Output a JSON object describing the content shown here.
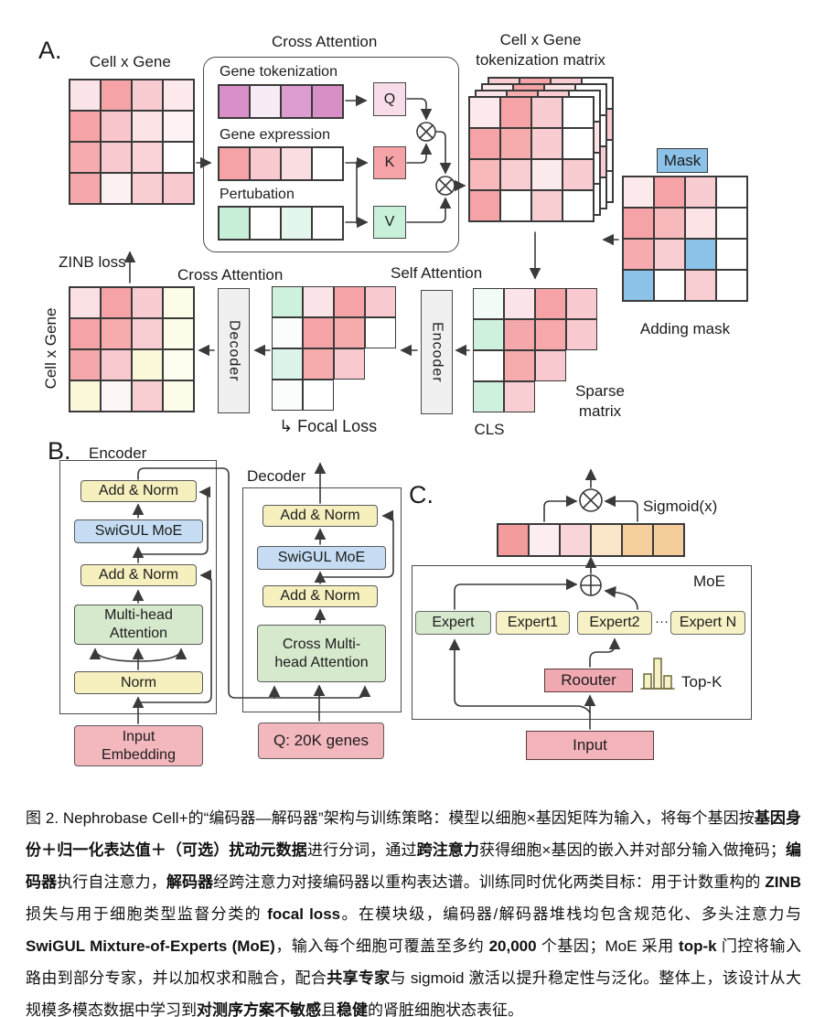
{
  "panelA": {
    "label": "A.",
    "input_matrix_title": "Cell x Gene",
    "cross_attention_box_title": "Cross Attention",
    "gene_tokenization_label": "Gene tokenization",
    "gene_expression_label": "Gene expression",
    "perturbation_label": "Pertubation",
    "q_label": "Q",
    "k_label": "K",
    "v_label": "V",
    "tokenization_matrix_title_line1": "Cell x Gene",
    "tokenization_matrix_title_line2": "tokenization matrix",
    "mask_label": "Mask",
    "adding_mask_label": "Adding mask",
    "zinb_loss_label": "ZINB loss",
    "cross_attention_stage_title": "Cross Attention",
    "self_attention_stage_title": "Self Attention",
    "decoder_label": "Decoder",
    "encoder_label": "Encoder",
    "output_matrix_side_title": "Cell x Gene",
    "focal_loss_label": "↳ Focal Loss",
    "cls_label": "CLS",
    "sparse_matrix_label_line1": "Sparse",
    "sparse_matrix_label_line2": "matrix",
    "matrices": {
      "input": {
        "rows": [
          [
            "#fbe4e8",
            "#f5a3a6",
            "#f8ccd1",
            "#fce9ec"
          ],
          [
            "#f5a3a6",
            "#f8c6cb",
            "#fbe3e6",
            "#fdf3f4"
          ],
          [
            "#f6acae",
            "#f8c9ce",
            "#f9d3d7",
            "#ffffff"
          ],
          [
            "#f5a8ab",
            "#fdf0f1",
            "#f8ced3",
            "#f8c9ce"
          ]
        ]
      },
      "token_row": {
        "rows": [
          [
            "#d98fc7",
            "#f7ecf5",
            "#dd9ccf",
            "#d78fc6"
          ]
        ]
      },
      "expr_row": {
        "rows": [
          [
            "#f5a3a6",
            "#f8c9ce",
            "#fadde0",
            "#ffffff"
          ]
        ]
      },
      "pert_row": {
        "rows": [
          [
            "#c8f0d8",
            "#fdfefd",
            "#e4f7ec",
            "#fdfefd"
          ]
        ]
      },
      "stack_back3": {
        "rows": [
          [
            "#f8ccd1",
            "#f5a3a6",
            "#f8ccd1",
            "#ffffff"
          ],
          [
            "#ffffff",
            "#ffffff",
            "#ffffff",
            "#f8ccd1"
          ],
          [
            "#ffffff",
            "#ffffff",
            "#ffffff",
            "#ffffff"
          ],
          [
            "#ffffff",
            "#ffffff",
            "#ffffff",
            "#ffffff"
          ]
        ]
      },
      "stack_back2": {
        "rows": [
          [
            "#fce9ec",
            "#f5a3a6",
            "#fbe3e6",
            "#ffffff"
          ],
          [
            "#ffffff",
            "#ffffff",
            "#ffffff",
            "#ffffff"
          ],
          [
            "#ffffff",
            "#ffffff",
            "#ffffff",
            "#f8ccd1"
          ],
          [
            "#ffffff",
            "#ffffff",
            "#ffffff",
            "#ffffff"
          ]
        ]
      },
      "stack_back1": {
        "rows": [
          [
            "#fbe4e8",
            "#f6abad",
            "#f8ccd1",
            "#ffffff"
          ],
          [
            "#ffffff",
            "#ffffff",
            "#ffffff",
            "#fbe3e6"
          ],
          [
            "#ffffff",
            "#ffffff",
            "#ffffff",
            "#ffffff"
          ],
          [
            "#ffffff",
            "#ffffff",
            "#ffffff",
            "#ffffff"
          ]
        ]
      },
      "stack_front": {
        "rows": [
          [
            "#fce9ec",
            "#f5a3a6",
            "#f8ccd1",
            "#ffffff"
          ],
          [
            "#f5a3a6",
            "#f6abad",
            "#f8ccd1",
            "#ffffff"
          ],
          [
            "#f7b9bc",
            "#f8ced3",
            "#fcebed",
            "#f8ccd1"
          ],
          [
            "#f5a3a6",
            "#ffffff",
            "#f8ced3",
            "#ffffff"
          ]
        ]
      },
      "mask": {
        "rows": [
          [
            "#fce9ec",
            "#f5a3a6",
            "#f8ccd1",
            "#ffffff"
          ],
          [
            "#f5a3a6",
            "#f7b9bc",
            "#fbe3e6",
            "#ffffff"
          ],
          [
            "#f6acae",
            "#f8ced3",
            "#8cc1e8",
            "#ffffff"
          ],
          [
            "#8cc1e8",
            "#ffffff",
            "#f8ced3",
            "#ffffff"
          ]
        ]
      },
      "reconstructed": {
        "rows": [
          [
            "#fbe0e4",
            "#f5a3a6",
            "#f8ccd1",
            "#fdfce8"
          ],
          [
            "#f5a3a6",
            "#f6abad",
            "#f8ced3",
            "#fdfceb"
          ],
          [
            "#f5a8ab",
            "#f8c9ce",
            "#fbf7d9",
            "#fdfdf0"
          ],
          [
            "#fbf7d9",
            "#fdf6f6",
            "#f8ced3",
            "#fdfceb"
          ]
        ]
      },
      "focal": {
        "rows": [
          [
            "#cdf1dc",
            "#fbe4e8",
            "#f5a3a6",
            "#f8c9ce"
          ],
          [
            "#fafdfb",
            "#f5a3a6",
            "#f6abad",
            "#ffffff"
          ],
          [
            "#ddf5e8",
            "#f6abad",
            "#f8c9ce"
          ],
          [
            "#fafdfb",
            "#ffffff"
          ]
        ]
      },
      "cls": {
        "rows": [
          [
            "#f2fbf6",
            "#fbe4e8",
            "#f5a3a6",
            "#f8c9ce"
          ],
          [
            "#cdf1dc",
            "#f5a8ab",
            "#f6a8aa",
            "#f8c9ce"
          ],
          [
            "#fdfefd",
            "#f6abad",
            "#f8c9ce"
          ],
          [
            "#cdf1dc",
            "#f8ced3"
          ]
        ]
      }
    }
  },
  "panelB": {
    "label": "B.",
    "encoder_title": "Encoder",
    "decoder_title": "Decoder",
    "enc_addnorm_top": "Add & Norm",
    "enc_swigul": "SwiGUL MoE",
    "enc_addnorm_mid": "Add & Norm",
    "enc_mha": "Multi-head Attention",
    "enc_norm": "Norm",
    "input_embedding": "Input Embedding",
    "dec_addnorm_top": "Add & Norm",
    "dec_swigul": "SwiGUL MoE",
    "dec_addnorm_mid": "Add & Norm",
    "dec_cmha": "Cross Multi-head Attention",
    "q20k": "Q: 20K genes"
  },
  "panelC": {
    "label": "C.",
    "sigmoid_label": "Sigmoid(x)",
    "moe_label": "MoE",
    "experts": [
      "Expert",
      "Expert1",
      "Expert2",
      "Expert N"
    ],
    "dots": "···",
    "router_label": "Roouter",
    "topk_label": "Top-K",
    "input_label": "Input",
    "cells_row": {
      "rows": [
        [
          "#f49b9d",
          "#fcedee",
          "#f9d4d9",
          "#fae5c8",
          "#f6cf9e",
          "#f5cd9b"
        ]
      ]
    }
  },
  "caption": {
    "segments": [
      {
        "text": "图 2. Nephrobase Cell+的“编码器—解码器”架构与训练策略：模型以细胞×基因矩阵为输入，将每个基因按",
        "bold": false
      },
      {
        "text": "基因身份＋归一化表达值＋（可选）扰动元数据",
        "bold": true
      },
      {
        "text": "进行分词，通过",
        "bold": false
      },
      {
        "text": "跨注意力",
        "bold": true
      },
      {
        "text": "获得细胞×基因的嵌入并对部分输入做掩码；",
        "bold": false
      },
      {
        "text": "编码器",
        "bold": true
      },
      {
        "text": "执行自注意力，",
        "bold": false
      },
      {
        "text": "解码器",
        "bold": true
      },
      {
        "text": "经跨注意力对接编码器以重构表达谱。训练同时优化两类目标：用于计数重构的 ",
        "bold": false
      },
      {
        "text": "ZINB",
        "bold": true
      },
      {
        "text": " 损失与用于细胞类型监督分类的 ",
        "bold": false
      },
      {
        "text": "focal loss",
        "bold": true
      },
      {
        "text": "。在模块级，编码器/解码器堆栈均包含规范化、多头注意力与 ",
        "bold": false
      },
      {
        "text": "SwiGUL Mixture-of-Experts (MoE)",
        "bold": true
      },
      {
        "text": "，输入每个细胞可覆盖至多约 ",
        "bold": false
      },
      {
        "text": "20,000",
        "bold": true
      },
      {
        "text": " 个基因；MoE 采用 ",
        "bold": false
      },
      {
        "text": "top-k",
        "bold": true
      },
      {
        "text": " 门控将输入路由到部分专家，并以加权求和融合，配合",
        "bold": false
      },
      {
        "text": "共享专家",
        "bold": true
      },
      {
        "text": "与 sigmoid 激活以提升稳定性与泛化。整体上，该设计从大规模多模态数据中学习到",
        "bold": false
      },
      {
        "text": "对测序方案不敏感",
        "bold": true
      },
      {
        "text": "且",
        "bold": false
      },
      {
        "text": "稳健",
        "bold": true
      },
      {
        "text": "的肾脏细胞状态表征。",
        "bold": false
      }
    ]
  },
  "colors": {
    "salmon": "#f5a3a6",
    "mask_blue": "#8cc1e8",
    "magenta": "#d98fc7",
    "mint": "#cdf1dc",
    "box_yellow": "#f6f0bf",
    "box_blue": "#c5dcf2",
    "box_green": "#d6e9cd",
    "box_pink": "#f3b7be",
    "router_pink": "#f0a9b1",
    "expert_yellow": "#f7f2c5",
    "stage_gray": "#f0f0f0"
  }
}
